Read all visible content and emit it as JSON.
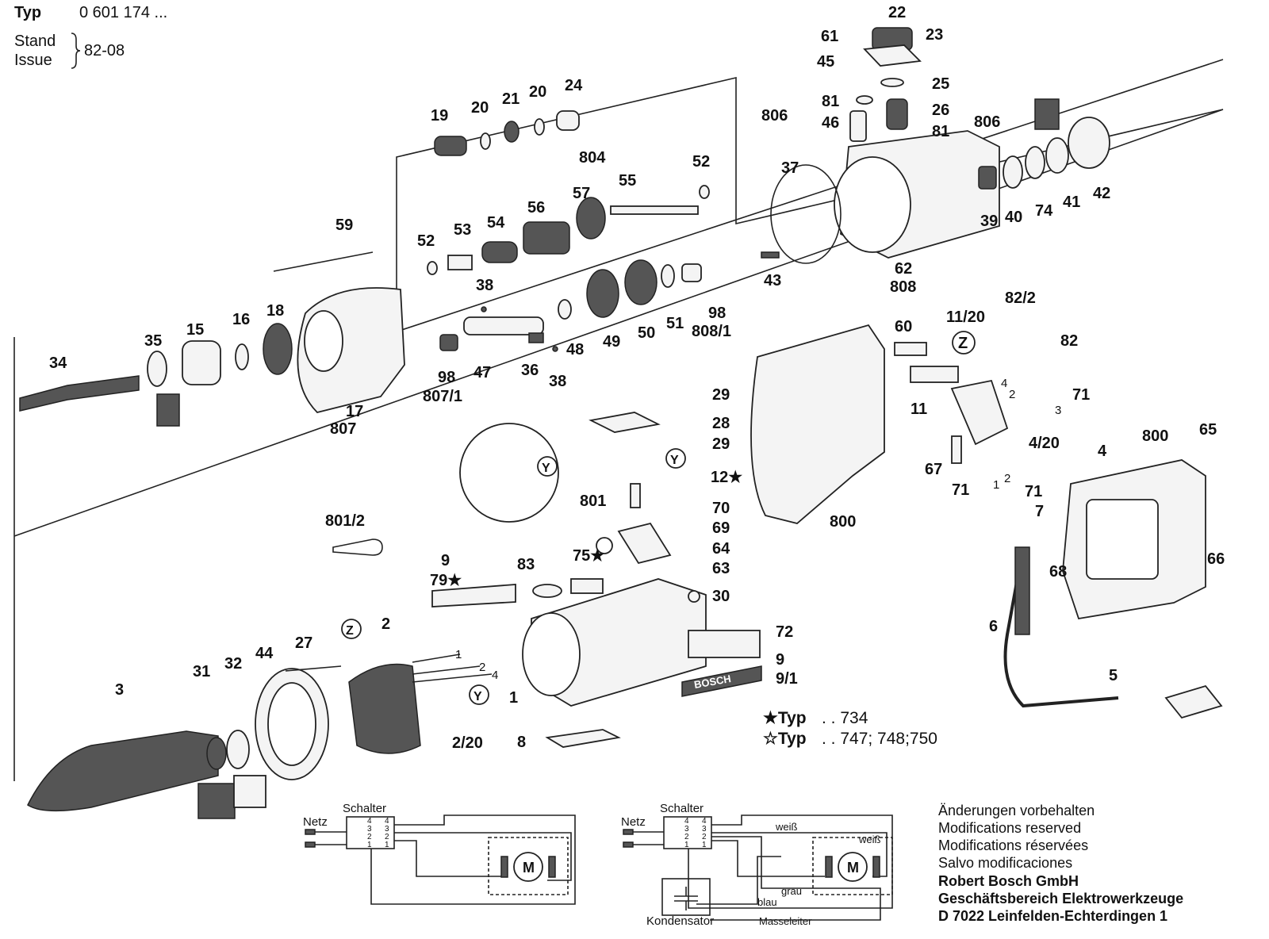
{
  "header": {
    "typ_label": "Typ",
    "typ_value": "0 601 174 ...",
    "stand_label": "Stand",
    "issue_label": "Issue",
    "stand_value": "82-08"
  },
  "parts": {
    "p22": "22",
    "p23": "23",
    "p61": "61",
    "p45": "45",
    "p25": "25",
    "p806a": "806",
    "p81a": "81",
    "p46": "46",
    "p26": "26",
    "p81b": "81",
    "p806b": "806",
    "p19": "19",
    "p20a": "20",
    "p21": "21",
    "p20b": "20",
    "p24": "24",
    "p804": "804",
    "p57": "57",
    "p55": "55",
    "p52a": "52",
    "p56": "56",
    "p37": "37",
    "p39": "39",
    "p40": "40",
    "p74": "74",
    "p41": "41",
    "p42": "42",
    "p59": "59",
    "p52b": "52",
    "p53": "53",
    "p54": "54",
    "p62": "62",
    "p808": "808",
    "p43": "43",
    "p38a": "38",
    "p18": "18",
    "p16": "16",
    "p15": "15",
    "p35": "35",
    "p34": "34",
    "p98a": "98",
    "p807_1": "807/1",
    "p47": "47",
    "p36": "36",
    "p38b": "38",
    "p48": "48",
    "p49": "49",
    "p50": "50",
    "p51": "51",
    "p98b": "98",
    "p808_1": "808/1",
    "p17": "17",
    "p807": "807",
    "p82_2": "82/2",
    "p11_20": "11/20",
    "p60": "60",
    "p82": "82",
    "p11": "11",
    "p71a": "71",
    "p29a": "29",
    "p28": "28",
    "p29b": "29",
    "p12": "12★",
    "p801": "801",
    "p70": "70",
    "p69": "69",
    "p64": "64",
    "p63": "63",
    "p4_20": "4/20",
    "p4": "4",
    "p67": "67",
    "p800a": "800",
    "p65": "65",
    "p71b": "71",
    "p71c": "71",
    "p7": "7",
    "p800b": "800",
    "p66": "66",
    "p68": "68",
    "p801_2": "801/2",
    "p9a": "9",
    "p79": "79★",
    "p83": "83",
    "p75": "75★",
    "p30": "30",
    "p72": "72",
    "p9b": "9",
    "p9_1": "9/1",
    "p6": "6",
    "p5": "5",
    "p3": "3",
    "p31": "31",
    "p32": "32",
    "p44": "44",
    "p27": "27",
    "p2": "2",
    "p1": "1",
    "p2_20": "2/20",
    "p8": "8",
    "z_a": "Z",
    "z_b": "Z",
    "y_a": "Y",
    "y_b": "Y",
    "y_c": "Y",
    "wire1": "1",
    "wire2": "2",
    "wire4": "4",
    "sw4": "4",
    "sw2": "2",
    "sw3": "3",
    "sw1": "1",
    "sw2b": "2"
  },
  "types": {
    "star_filled": "★Typ",
    "star_filled_value": ". . 734",
    "star_open": "☆Typ",
    "star_open_value": ". . 747; 748;750"
  },
  "schematic_left": {
    "netz": "Netz",
    "schalter": "Schalter",
    "motor": "M",
    "pins_left": [
      "4",
      "3",
      "2",
      "1"
    ],
    "pins_right": [
      "4",
      "3",
      "2",
      "1"
    ]
  },
  "schematic_right": {
    "netz": "Netz",
    "schalter": "Schalter",
    "motor": "M",
    "weiss1": "weiß",
    "weiss2": "weiß",
    "grau": "grau",
    "blau": "blau",
    "kondensator": "Kondensator",
    "masseleiter": "Masseleiter",
    "pins_left": [
      "4",
      "3",
      "2",
      "1"
    ],
    "pins_right": [
      "4",
      "3",
      "2",
      "1"
    ]
  },
  "notes": {
    "de": "Änderungen vorbehalten",
    "en": "Modifications reserved",
    "fr": "Modifications réservées",
    "es": "Salvo modificaciones",
    "company": "Robert Bosch GmbH",
    "division": "Geschäftsbereich Elektrowerkzeuge",
    "address": "D 7022 Leinfelden-Echterdingen 1"
  },
  "brand_plate": "BOSCH"
}
